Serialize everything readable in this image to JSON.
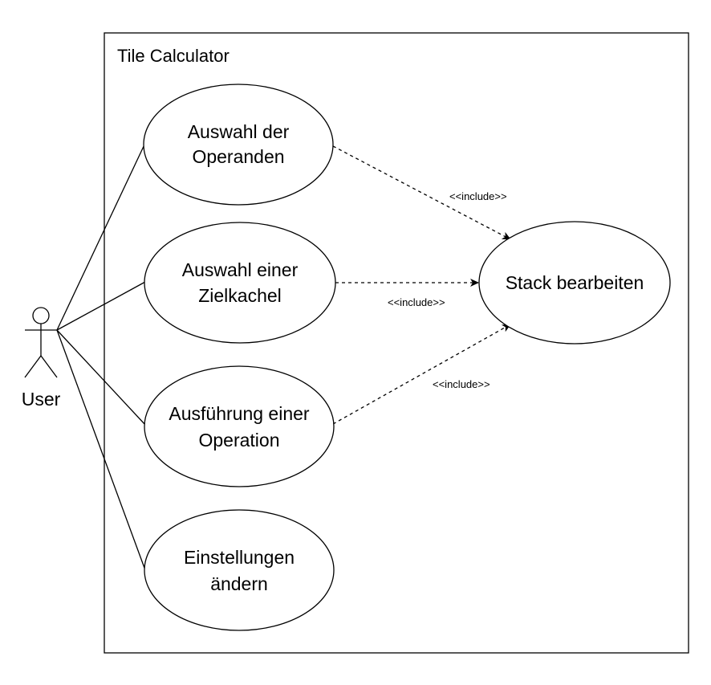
{
  "system": {
    "title": "Tile Calculator"
  },
  "actor": {
    "label": "User"
  },
  "use_cases": {
    "operanden": {
      "line1": "Auswahl der",
      "line2": "Operanden"
    },
    "zielkachel": {
      "line1": "Auswahl einer",
      "line2": "Zielkachel"
    },
    "operation": {
      "line1": "Ausführung einer",
      "line2": "Operation"
    },
    "einstellungen": {
      "line1": "Einstellungen",
      "line2": "ändern"
    },
    "stack": {
      "line1": "Stack bearbeiten"
    }
  },
  "relations": {
    "include_1": "<<include>>",
    "include_2": "<<include>>",
    "include_3": "<<include>>"
  },
  "colors": {
    "stroke": "#000000",
    "background": "#ffffff"
  }
}
